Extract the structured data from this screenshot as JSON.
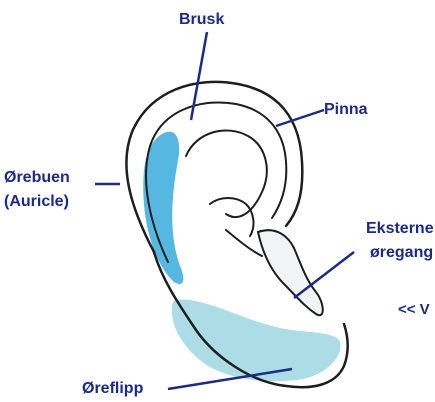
{
  "labels": {
    "brusk": "Brusk",
    "pinna": "Pinna",
    "orebuen": "Ørebuen",
    "auricle": "(Auricle)",
    "eksterne": "Eksterne",
    "oregang": "øregang",
    "oreflipp": "Øreflipp",
    "next_arrow": "<< V"
  },
  "colors": {
    "label_text": "#1c2a8a",
    "leader_line": "#1c2a8a",
    "ear_outline": "#1e1e1e",
    "cartilage_fill": "#56b7e0",
    "earlobe_fill": "#acdde6",
    "canal_fill": "#f2f3f4"
  }
}
